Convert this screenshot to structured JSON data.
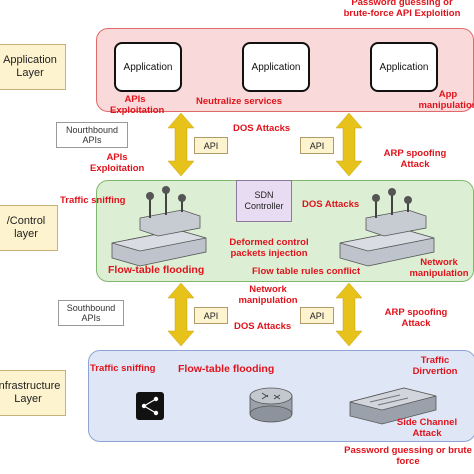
{
  "layers": {
    "application": "Application\nLayer",
    "control": "/Control\nlayer",
    "infrastructure": "Infrastructure\nLayer"
  },
  "apps": [
    "Application",
    "Application",
    "Application"
  ],
  "boundaries": {
    "northbound": "Nourthbound\nAPIs",
    "southbound": "Southbound\nAPIs"
  },
  "api_label": "API",
  "sdn_controller": "SDN\nController",
  "threats": {
    "top_right": "Password guessing or\nbrute-force API Exploition",
    "apis_exploitation_1": "APIs\nExploitation",
    "neutralize_services": "Neutralize services",
    "app_manipulation": "App\nmanipulation",
    "dos_attacks_1": "DOS Attacks",
    "apis_exploitation_2": "APIs\nExploitation",
    "arp_spoofing_1": "ARP spoofing\nAttack",
    "traffic_sniffing_1": "Traffic sniffing",
    "dos_attacks_2": "DOS Attacks",
    "deformed_control": "Deformed control\npackets injection",
    "flow_table_flooding_1": "Flow-table flooding",
    "flow_table_rules_conflict": "Flow table rules conflict",
    "network_manipulation_1": "Network\nmanipulation",
    "network_manipulation_2": "Network\nmanipulation",
    "arp_spoofing_2": "ARP spoofing\nAttack",
    "dos_attacks_3": "DOS Attacks",
    "traffic_sniffing_2": "Traffic sniffing",
    "flow_table_flooding_2": "Flow-table flooding",
    "traffic_divertion": "Traffic\nDirvertion",
    "side_channel": "Side Channel\nAttack",
    "bottom_right": "Password guessing or brute\nforce"
  },
  "colors": {
    "app_band": "#f9d9d9",
    "control_band": "#dcefd4",
    "infra_band": "#dfe7f7",
    "arrow": "#e6c21a",
    "threat": "#e0131c"
  }
}
